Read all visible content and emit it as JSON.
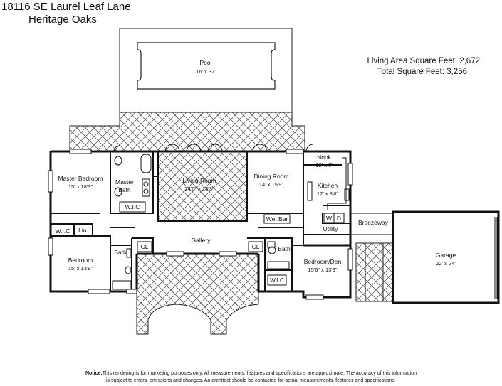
{
  "header": {
    "address": "18116 SE Laurel Leaf Lane",
    "community": "Heritage Oaks"
  },
  "stats": {
    "living_area": "Living Area Square Feet:  2,672",
    "total_area": "Total Square Feet: 3,256"
  },
  "rooms": {
    "pool": {
      "name": "Pool",
      "dims": "16' x 32'"
    },
    "master_bedroom": {
      "name": "Master Bedroom",
      "dims": "15' x 18'3\""
    },
    "master_bath": {
      "name": "Master",
      "name2": "Bath"
    },
    "master_wic": {
      "name": "W.I.C"
    },
    "living_room": {
      "name": "Living Room",
      "dims": "24'6\" x 18'3\""
    },
    "dining_room": {
      "name": "Dining Room",
      "dims": "14' x 15'9\""
    },
    "nook": {
      "name": "Nook",
      "dims": "12' x 7'"
    },
    "kitchen": {
      "name": "Kitchen",
      "dims": "12' x 8'8\""
    },
    "wet_bar": {
      "name": "Wet Bar"
    },
    "washer": {
      "name": "W"
    },
    "dryer": {
      "name": "D"
    },
    "utility": {
      "name": "Utility"
    },
    "breezeway": {
      "name": "Breezeway"
    },
    "garage": {
      "name": "Garage",
      "dims": "22' x 24'"
    },
    "wic_left": {
      "name": "W.I.C"
    },
    "linen": {
      "name": "Lin."
    },
    "gallery": {
      "name": "Gallery"
    },
    "bedroom": {
      "name": "Bedroom",
      "dims": "15' x 13'9\""
    },
    "bath_left": {
      "name": "Bath"
    },
    "closet_left": {
      "name": "CL"
    },
    "closet_right": {
      "name": "CL"
    },
    "bath_right": {
      "name": "Bath"
    },
    "bedroom_den": {
      "name": "Bedroom/Den",
      "dims": "15'6\" x 13'9\""
    },
    "wic_right": {
      "name": "W.I.C"
    }
  },
  "notice": {
    "label": "Notice:",
    "line1": "This rendering is for marketing purposes only. All measurements, features and specifications are approximate. The accuracy of this information",
    "line2": "is subject to errors, omissions and changes. An architect should be contacted for actual measurements, features and specifications."
  }
}
